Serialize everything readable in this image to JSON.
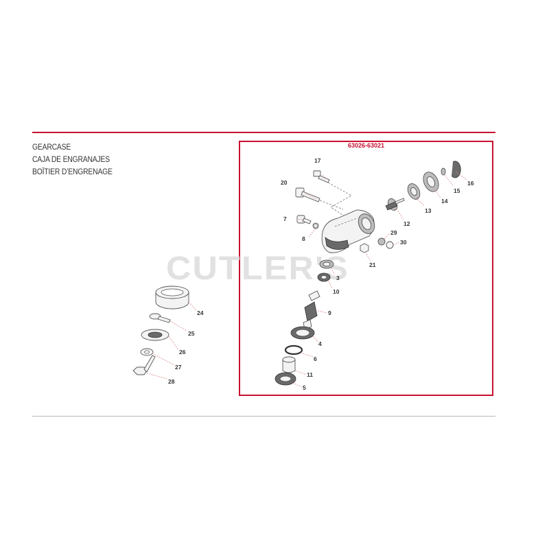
{
  "titles": [
    "GEARCASE",
    "CAJA DE ENGRANAJES",
    "BOÎTIER D’ENGRENAGE"
  ],
  "model_range": "63026-63021",
  "watermark": "CUTLER'S",
  "part_numbers": [
    "17",
    "20",
    "7",
    "8",
    "16",
    "15",
    "14",
    "13",
    "12",
    "29",
    "30",
    "21",
    "3",
    "10",
    "9",
    "4",
    "6",
    "11",
    "5",
    "24",
    "25",
    "26",
    "27",
    "28"
  ],
  "colors": {
    "accent": "#c8102e",
    "divider": "#b9b9b9",
    "watermark": "#dcdcdc"
  }
}
